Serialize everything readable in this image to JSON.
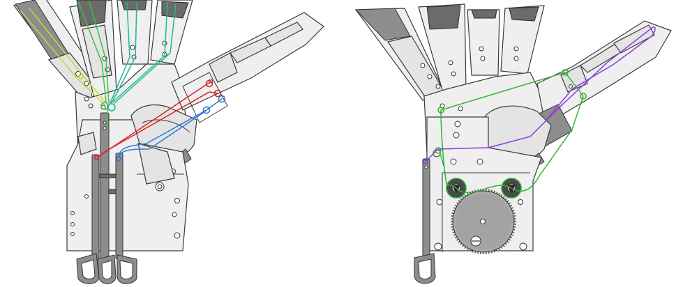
{
  "figure": {
    "panels": [
      {
        "id": "left",
        "description_hidden": "",
        "tendon_colors": {
          "index_finger": "#c9d636",
          "middle_finger": "#3fc24a",
          "ring_finger": "#22b39a",
          "little_finger": "#1fbf86",
          "thumb_flexor": "#d8262a",
          "thumb_abductor": "#2f7bd3"
        },
        "tendons": [
          {
            "name": "index_finger",
            "color": "#c9d636"
          },
          {
            "name": "middle_finger",
            "color": "#3fc24a"
          },
          {
            "name": "ring_finger",
            "color": "#22b39a"
          },
          {
            "name": "little_finger",
            "color": "#1fbf86"
          },
          {
            "name": "thumb_flexor",
            "color": "#d8262a"
          },
          {
            "name": "thumb_abductor",
            "color": "#2f7bd3"
          }
        ],
        "pull_rings": 3
      },
      {
        "id": "right",
        "tendons": [
          {
            "name": "thumb_tendon",
            "color": "#8a3fd8"
          },
          {
            "name": "pulley_loop",
            "color": "#33b533"
          }
        ],
        "pull_rings": 1,
        "gears": 1,
        "pulleys": 2
      }
    ],
    "colors": {
      "plate_fill": "#efefef",
      "outline": "#3a3a3a",
      "rod": "#8d8d8d",
      "background": "#ffffff"
    }
  }
}
